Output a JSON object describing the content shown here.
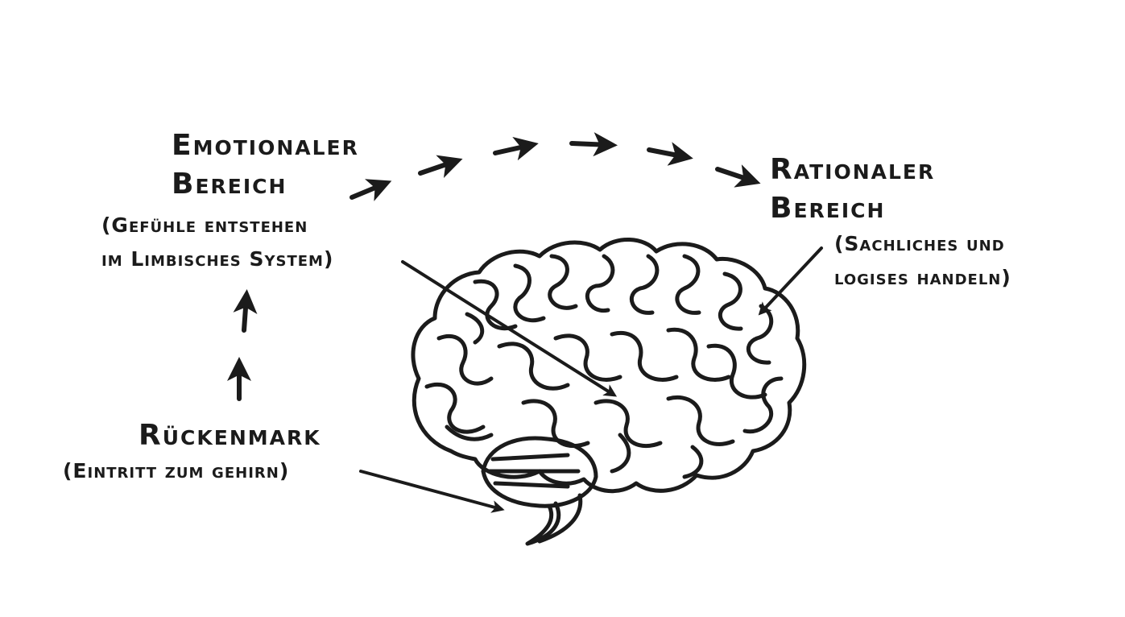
{
  "labels": {
    "emotional_title_1": "Emotionaler",
    "emotional_title_2": "Bereich",
    "emotional_sub_1": "(Gefühle entstehen",
    "emotional_sub_2": "im Limbisches System)",
    "rational_title_1": "Rationaler",
    "rational_title_2": "Bereich",
    "rational_sub_1": "(Sachliches und",
    "rational_sub_2": "logises handeln)",
    "spinal_title": "Rückenmark",
    "spinal_sub": "(Eintritt zum gehirn)"
  },
  "colors": {
    "ink": "#1b1b1b",
    "background": "#ffffff"
  },
  "icons": [
    "brain-icon",
    "arrow-icon"
  ]
}
